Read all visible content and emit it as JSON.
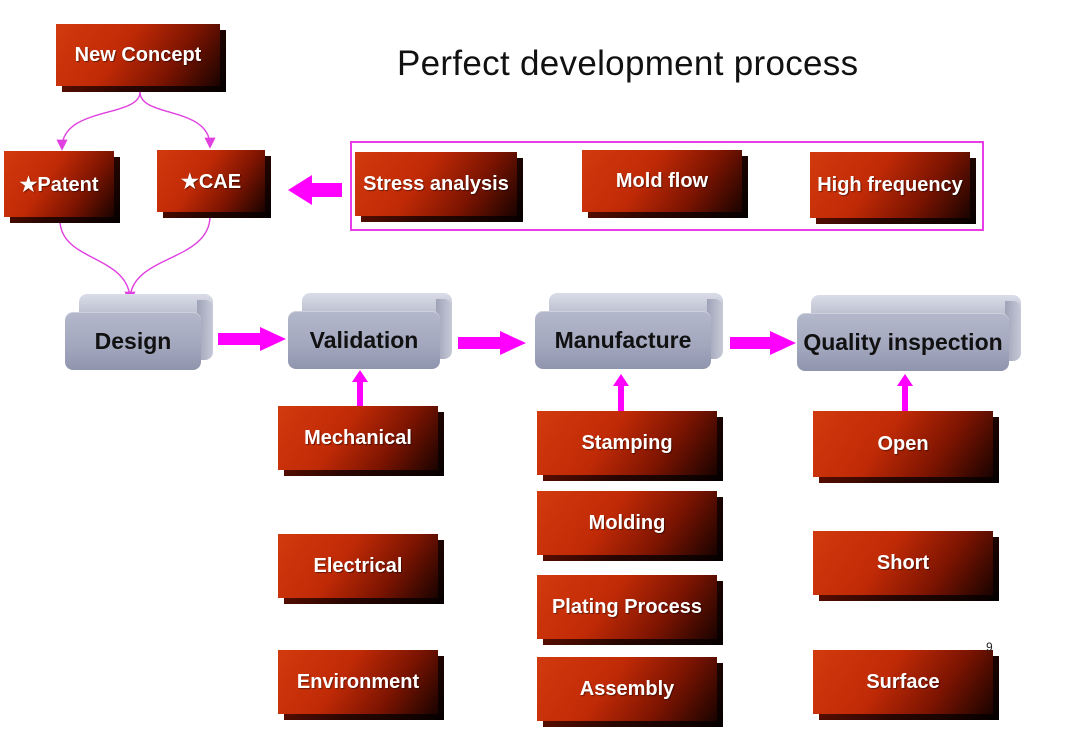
{
  "title": "Perfect development process",
  "top_nodes": {
    "new_concept": "New Concept",
    "patent": "★Patent",
    "cae": "★CAE"
  },
  "cae_methods": [
    "Stress analysis",
    "Mold flow",
    "High frequency"
  ],
  "process_stages": [
    "Design",
    "Validation",
    "Manufacture",
    "Quality inspection"
  ],
  "validation_items": [
    "Mechanical",
    "Electrical",
    "Environment"
  ],
  "manufacture_items": [
    "Stamping",
    "Molding",
    "Plating Process",
    "Assembly"
  ],
  "quality_items": [
    "Open",
    "Short",
    "Surface"
  ],
  "page_number": "9",
  "colors": {
    "arrow": "#ff00ff",
    "connector": "#e040e0",
    "red_box": "#c02a06",
    "grey_box": "#a6abc0",
    "frame": "#e83ce8"
  }
}
